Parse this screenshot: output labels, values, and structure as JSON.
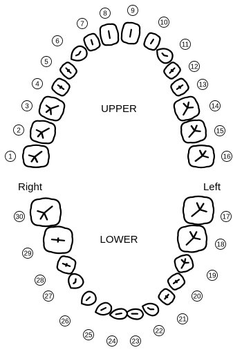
{
  "upper_label": "UPPER",
  "lower_label": "LOWER",
  "right_label": "Right",
  "left_label": "Left",
  "teeth": [
    {
      "number": "1",
      "arch": "upper",
      "type": "molar"
    },
    {
      "number": "2",
      "arch": "upper",
      "type": "molar"
    },
    {
      "number": "3",
      "arch": "upper",
      "type": "molar"
    },
    {
      "number": "4",
      "arch": "upper",
      "type": "premolar"
    },
    {
      "number": "5",
      "arch": "upper",
      "type": "premolar"
    },
    {
      "number": "6",
      "arch": "upper",
      "type": "canine"
    },
    {
      "number": "7",
      "arch": "upper",
      "type": "lateral-incisor"
    },
    {
      "number": "8",
      "arch": "upper",
      "type": "central-incisor"
    },
    {
      "number": "9",
      "arch": "upper",
      "type": "central-incisor"
    },
    {
      "number": "10",
      "arch": "upper",
      "type": "lateral-incisor"
    },
    {
      "number": "11",
      "arch": "upper",
      "type": "canine"
    },
    {
      "number": "12",
      "arch": "upper",
      "type": "premolar"
    },
    {
      "number": "13",
      "arch": "upper",
      "type": "premolar"
    },
    {
      "number": "14",
      "arch": "upper",
      "type": "molar"
    },
    {
      "number": "15",
      "arch": "upper",
      "type": "molar"
    },
    {
      "number": "16",
      "arch": "upper",
      "type": "molar"
    },
    {
      "number": "17",
      "arch": "lower",
      "type": "molar"
    },
    {
      "number": "18",
      "arch": "lower",
      "type": "molar"
    },
    {
      "number": "19",
      "arch": "lower",
      "type": "molar"
    },
    {
      "number": "20",
      "arch": "lower",
      "type": "premolar"
    },
    {
      "number": "21",
      "arch": "lower",
      "type": "premolar"
    },
    {
      "number": "22",
      "arch": "lower",
      "type": "canine"
    },
    {
      "number": "23",
      "arch": "lower",
      "type": "incisor"
    },
    {
      "number": "24",
      "arch": "lower",
      "type": "incisor"
    },
    {
      "number": "25",
      "arch": "lower",
      "type": "incisor"
    },
    {
      "number": "26",
      "arch": "lower",
      "type": "incisor"
    },
    {
      "number": "27",
      "arch": "lower",
      "type": "canine"
    },
    {
      "number": "28",
      "arch": "lower",
      "type": "premolar"
    },
    {
      "number": "29",
      "arch": "lower",
      "type": "premolar"
    },
    {
      "number": "30",
      "arch": "lower",
      "type": "molar"
    }
  ]
}
